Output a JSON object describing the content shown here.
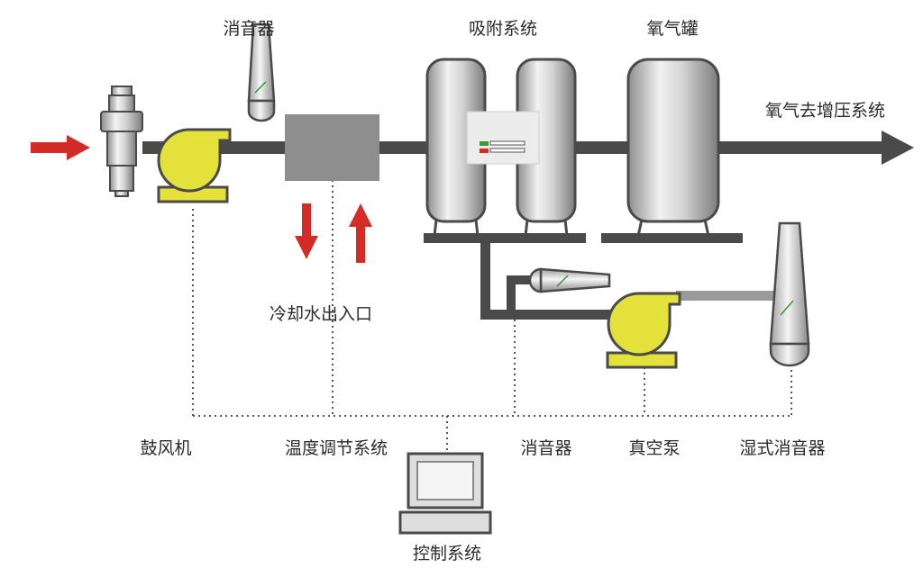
{
  "labels": {
    "silencer_top": "消音器",
    "adsorption_system": "吸附系统",
    "oxygen_tank": "氧气罐",
    "to_booster": "氧气去增压系统",
    "cooling_water": "冷却水出入口",
    "blower": "鼓风机",
    "temp_control": "温度调节系统",
    "silencer_bottom": "消音器",
    "vacuum_pump": "真空泵",
    "wet_silencer": "湿式消音器",
    "control_system": "控制系统"
  },
  "colors": {
    "pipe": "#4a4a4a",
    "machine_fill": "#e4e13a",
    "arrow_red": "#d42b27",
    "box_gray": "#8e8e8e",
    "dotted_line": "#555555"
  },
  "icons": {
    "filter": "air-filter-icon",
    "blower": "blower-icon",
    "vacuum_pump": "vacuum-pump-icon",
    "silencer": "silencer-icon",
    "computer": "computer-icon"
  }
}
